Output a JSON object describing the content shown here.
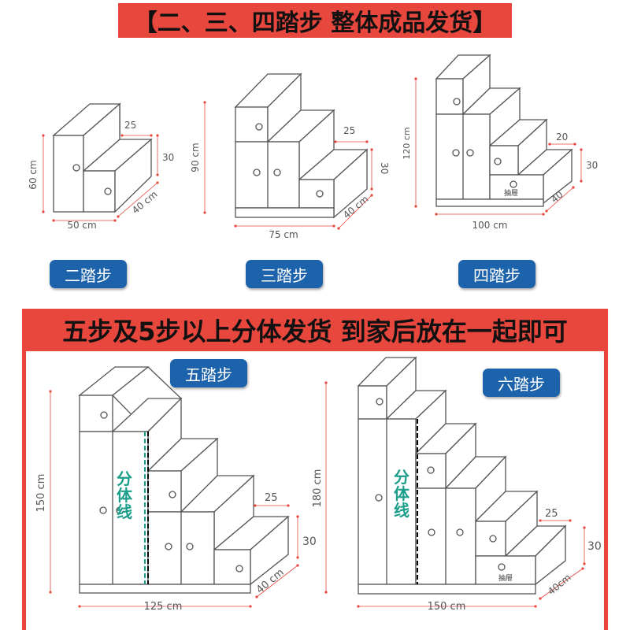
{
  "banners": {
    "top": "【二、三、四踏步 整体成品发货】",
    "middle": "五步及5步以上分体发货  到家后放在一起即可"
  },
  "steps": {
    "two": {
      "label": "二踏步",
      "dims": {
        "height": "60 cm",
        "width": "50 cm",
        "depth": "40 cm",
        "tread": "25",
        "riser": "30"
      }
    },
    "three": {
      "label": "三踏步",
      "dims": {
        "height": "90 cm",
        "width": "75 cm",
        "depth": "40 cm",
        "tread": "25",
        "riser": "30"
      }
    },
    "four": {
      "label": "四踏步",
      "dims": {
        "height": "120 cm",
        "width": "100 cm",
        "depth": "40",
        "tread": "20",
        "riser": "30"
      },
      "drawer_label": "抽屉"
    },
    "five": {
      "label": "五踏步",
      "dims": {
        "height": "150 cm",
        "width": "125 cm",
        "depth": "40 cm",
        "tread": "25",
        "riser": "30"
      },
      "split_label": "分体线"
    },
    "six": {
      "label": "六踏步",
      "dims": {
        "height": "180 cm",
        "width": "150 cm",
        "depth": "40cm",
        "tread": "25",
        "riser": "30"
      },
      "split_label": "分体线",
      "drawer_label": "抽屉"
    }
  },
  "colors": {
    "banner": "#e8473e",
    "pill": "#1d63ac",
    "dimension": "#e8473e",
    "split_line": "#1a9e8a"
  }
}
